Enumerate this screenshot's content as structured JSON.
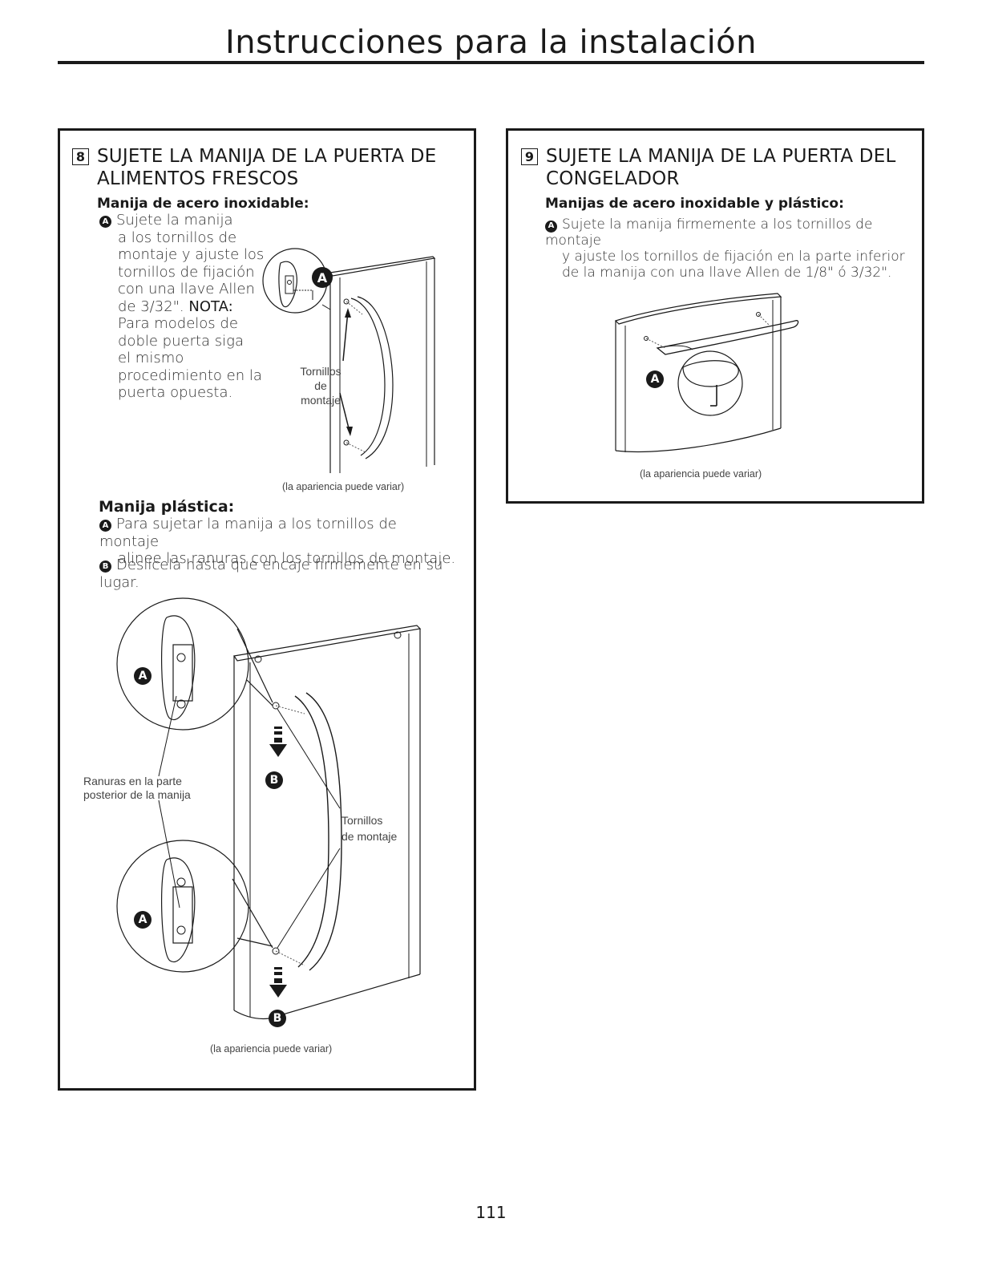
{
  "header": {
    "title": "Instrucciones para la instalación"
  },
  "step8": {
    "number": "8",
    "title_line1": "SUJETE LA MANIJA DE LA PUERTA DE",
    "title_line2": "ALIMENTOS FRESCOS",
    "stainless_heading": "Manija de acero inoxidable:",
    "stainless_bullet": "A",
    "stainless_lines": [
      "Sujete la manija",
      "a los tornillos de",
      "montaje y ajuste los",
      "tornillos de fijación",
      "con una llave Allen",
      "de 3/32\".",
      "Para modelos de",
      "doble puerta siga",
      "el mismo",
      "procedimiento en la",
      "puerta opuesta."
    ],
    "nota": "NOTA:",
    "diagram1_callout": "A",
    "diagram1_label_line1": "Tornillos",
    "diagram1_label_line2": "de montaje",
    "diagram1_caption": "(la apariencia puede variar)",
    "plastic_heading": "Manija plástica:",
    "plastic_a_bullet": "A",
    "plastic_a_line1": "Para sujetar la manija a los tornillos de montaje",
    "plastic_a_line2": "alinee las ranuras con los tornillos de montaje.",
    "plastic_b_bullet": "B",
    "plastic_b_text": "Deslícela hasta que encaje firmemente en su lugar.",
    "diagram2_callout_a": "A",
    "diagram2_callout_b": "B",
    "diagram2_slots_line1": "Ranuras en la parte",
    "diagram2_slots_line2": "posterior de la manija",
    "diagram2_screws_line1": "Tornillos",
    "diagram2_screws_line2": "de montaje",
    "diagram2_caption": "(la apariencia puede variar)"
  },
  "step9": {
    "number": "9",
    "title_line1": "SUJETE LA MANIJA DE LA PUERTA DEL",
    "title_line2": "CONGELADOR",
    "heading": "Manijas de acero inoxidable y plástico:",
    "bullet": "A",
    "line1": "Sujete la manija firmemente a los tornillos de montaje",
    "line2": "y ajuste los tornillos de fijación en la parte inferior",
    "line3": "de la manija con una llave Allen de 1/8\" ó 3/32\".",
    "diagram_callout": "A",
    "diagram_caption": "(la apariencia puede variar)"
  },
  "footer": {
    "page_number": "111"
  }
}
